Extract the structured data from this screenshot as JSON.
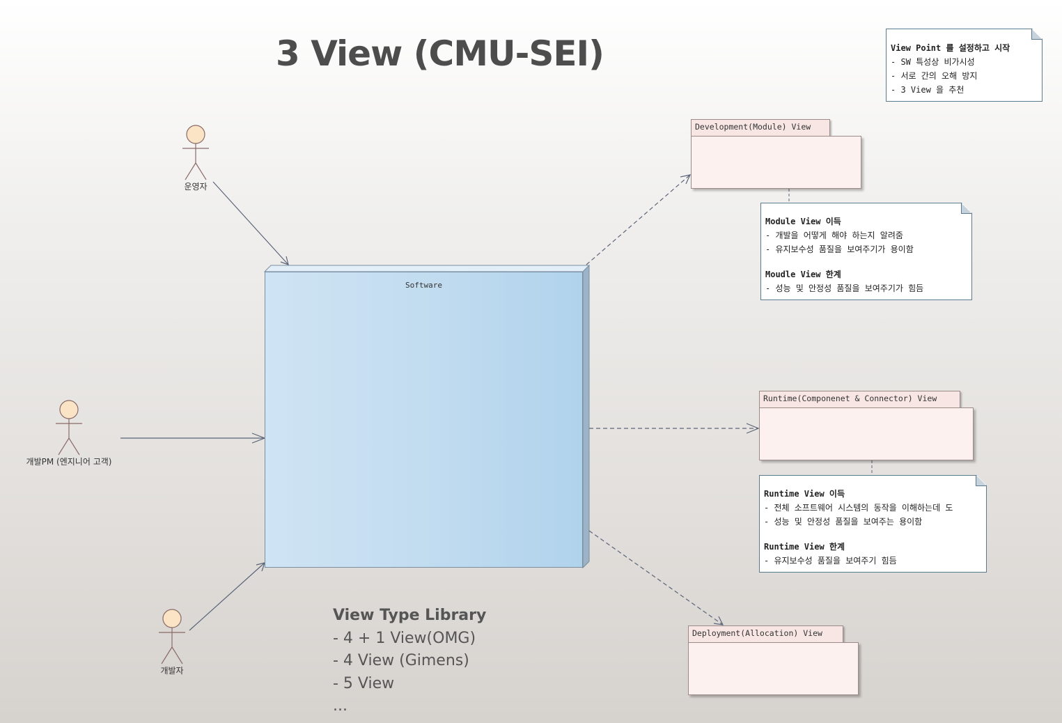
{
  "title": "3 View (CMU-SEI)",
  "top_note": {
    "heading": "View Point 를 설정하고 시작",
    "lines": [
      "- SW 특성상 비가시성",
      "- 서로 간의 오해 방지",
      "- 3 View 을 추천"
    ]
  },
  "actors": {
    "operator": "운영자",
    "pm": "개발PM (엔지니어 고객)",
    "developer": "개발자"
  },
  "node": {
    "label": "Software"
  },
  "packages": {
    "development": "Development(Module) View",
    "runtime": "Runtime(Componenet & Connector) View",
    "deployment": "Deployment(Allocation) View"
  },
  "module_note": {
    "benefit_heading": "Module View 이득",
    "benefit_lines": [
      "- 개발을 어떻게 해야 하는지 알려줌",
      "- 유지보수성 품질을 보여주기가 용이함"
    ],
    "limit_heading": "Moudle View 한계",
    "limit_lines": [
      "- 성능 및 안정성 품질을 보여주기가 힘듬"
    ]
  },
  "runtime_note": {
    "benefit_heading": "Runtime View 이득",
    "benefit_lines": [
      "- 전체 소프트웨어 시스템의 동작을 이해하는데 도",
      "- 성능 및 안정성 품질을 보여주는 용이함"
    ],
    "limit_heading": "Runtime View 한계",
    "limit_lines": [
      "- 유지보수성 품질을 보여주기 힘듬"
    ]
  },
  "library": {
    "heading": "View Type Library",
    "items": [
      "- 4 + 1 View(OMG)",
      "- 4 View (Gimens)",
      "- 5 View",
      "..."
    ]
  }
}
